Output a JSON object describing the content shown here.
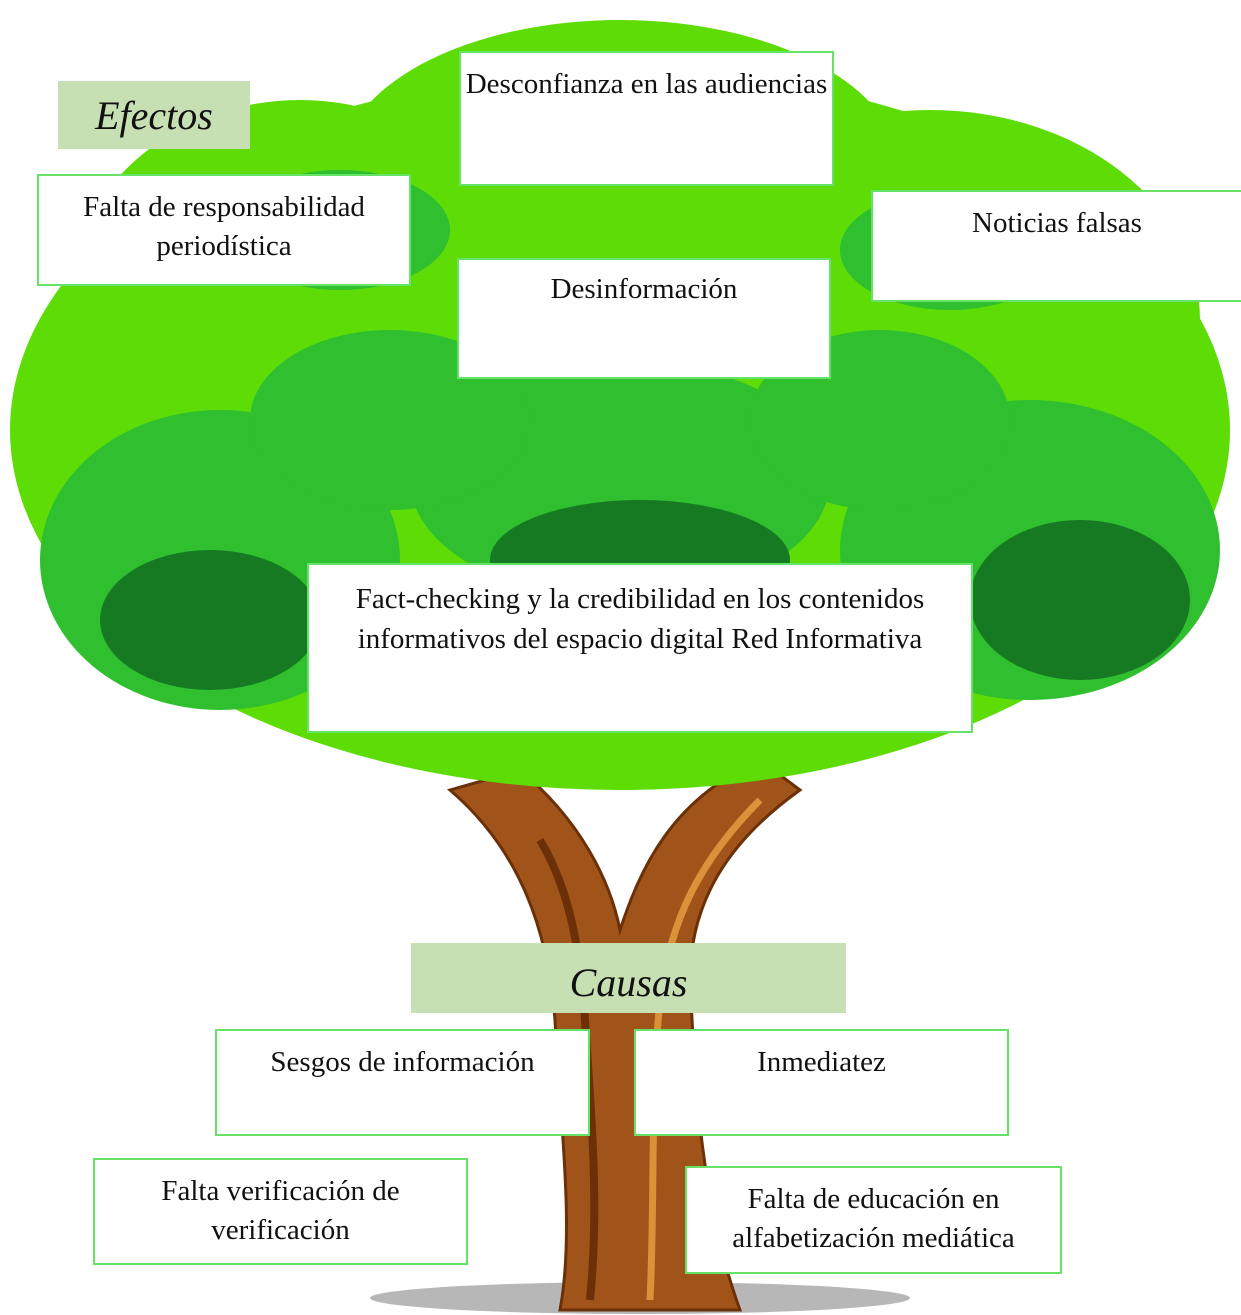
{
  "labels": {
    "effects": "Efectos",
    "causes": "Causas"
  },
  "problem": "Fact-checking y la credibilidad en los contenidos informativos del espacio digital Red Informativa",
  "effects": [
    "Desconfianza en las audiencias",
    "Falta de responsabilidad periodística",
    "Noticias falsas",
    "Desinformación"
  ],
  "causes": [
    "Sesgos de información",
    "Inmediatez",
    "Falta verificación de verificación",
    "Falta de educación en alfabetización mediática"
  ],
  "colors": {
    "foliage_light": "#5ddc06",
    "foliage_mid": "#2fbf2f",
    "foliage_dark": "#167a22",
    "trunk": "#a0541a",
    "trunk_dark": "#6b3008",
    "box_border": "#66e366",
    "label_bg": "#c6e0b4"
  }
}
